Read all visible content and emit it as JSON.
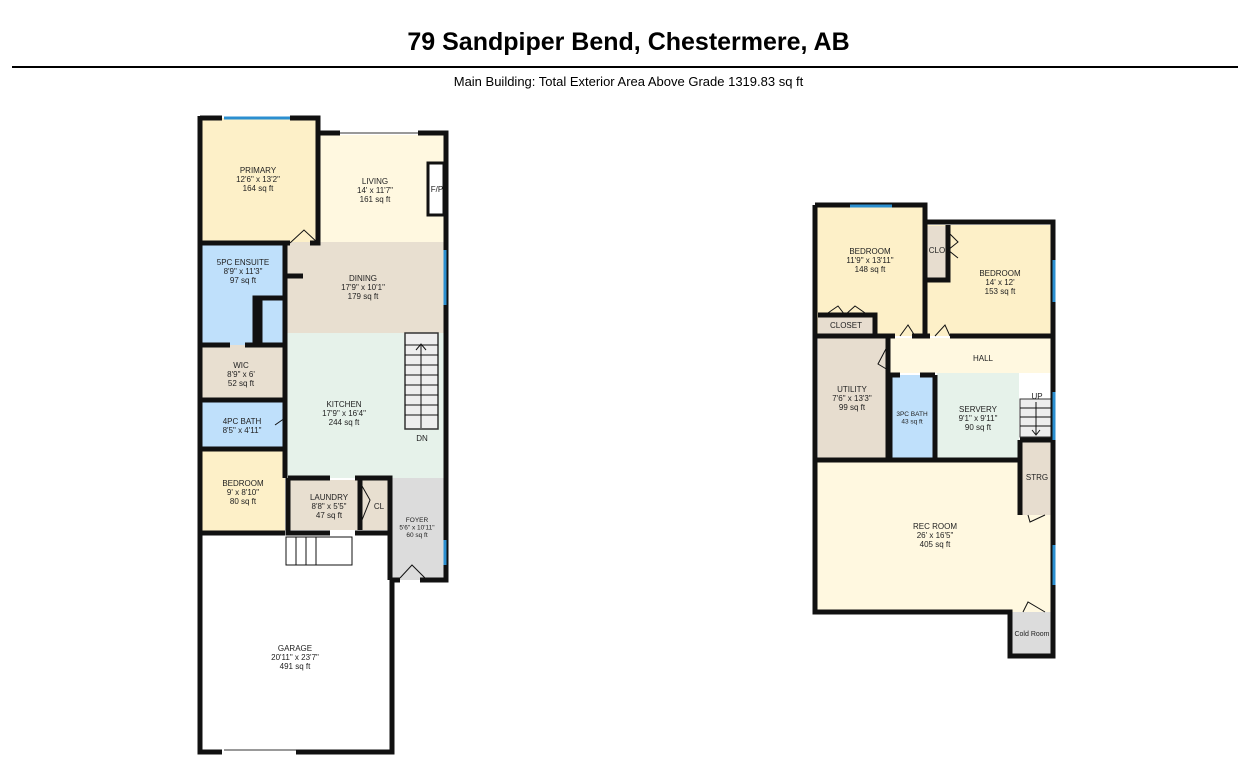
{
  "header": {
    "title": "79 Sandpiper Bend, Chestermere, AB",
    "subtitle": "Main Building: Total Exterior Area Above Grade 1319.83 sq ft"
  },
  "colors": {
    "bedroom": "#fdf0c8",
    "living": "#fff8e0",
    "bath": "#bfe0fb",
    "dining": "#e8dfd0",
    "kitchen": "#e6f2ea",
    "utility": "#e7ddcf",
    "foyer": "#dcdcdc",
    "window": "#2b8fd0"
  },
  "main_floor": {
    "rooms": {
      "primary": {
        "name": "PRIMARY",
        "dims": "12'6\" x 13'2\"",
        "area": "164 sq ft"
      },
      "living": {
        "name": "LIVING",
        "dims": "14' x 11'7\"",
        "area": "161 sq ft"
      },
      "fireplace": {
        "name": "F/P"
      },
      "ensuite": {
        "name": "5PC ENSUITE",
        "dims": "8'9\" x 11'3\"",
        "area": "97 sq ft"
      },
      "dining": {
        "name": "DINING",
        "dims": "17'9\" x 10'1\"",
        "area": "179 sq ft"
      },
      "wic": {
        "name": "WIC",
        "dims": "8'9\" x 6'",
        "area": "52 sq ft"
      },
      "kitchen": {
        "name": "KITCHEN",
        "dims": "17'9\" x 16'4\"",
        "area": "244 sq ft"
      },
      "bath4": {
        "name": "4PC BATH",
        "dims": "8'5\" x 4'11\""
      },
      "bedroom": {
        "name": "BEDROOM",
        "dims": "9' x 8'10\"",
        "area": "80 sq ft"
      },
      "laundry": {
        "name": "LAUNDRY",
        "dims": "8'8\" x 5'5\"",
        "area": "47 sq ft"
      },
      "cl": {
        "name": "CL"
      },
      "foyer": {
        "name": "FOYER",
        "dims": "5'6\" x 10'11\"",
        "area": "60 sq ft"
      },
      "garage": {
        "name": "GARAGE",
        "dims": "20'11\" x 23'7\"",
        "area": "491 sq ft"
      }
    },
    "stairs_label": "DN"
  },
  "basement": {
    "rooms": {
      "bedroom1": {
        "name": "BEDROOM",
        "dims": "11'9\" x 13'11\"",
        "area": "148 sq ft"
      },
      "clo": {
        "name": "CLO"
      },
      "bedroom2": {
        "name": "BEDROOM",
        "dims": "14' x 12'",
        "area": "153 sq ft"
      },
      "closet": {
        "name": "CLOSET"
      },
      "hall": {
        "name": "HALL"
      },
      "utility": {
        "name": "UTILITY",
        "dims": "7'6\" x 13'3\"",
        "area": "99 sq ft"
      },
      "bath3": {
        "name": "3PC BATH",
        "area": "43 sq ft"
      },
      "servery": {
        "name": "SERVERY",
        "dims": "9'1\" x 9'11\"",
        "area": "90 sq ft"
      },
      "strg": {
        "name": "STRG"
      },
      "rec": {
        "name": "REC ROOM",
        "dims": "26' x 16'5\"",
        "area": "405 sq ft"
      },
      "cold": {
        "name": "Cold Room"
      }
    },
    "stairs_label": "UP"
  }
}
